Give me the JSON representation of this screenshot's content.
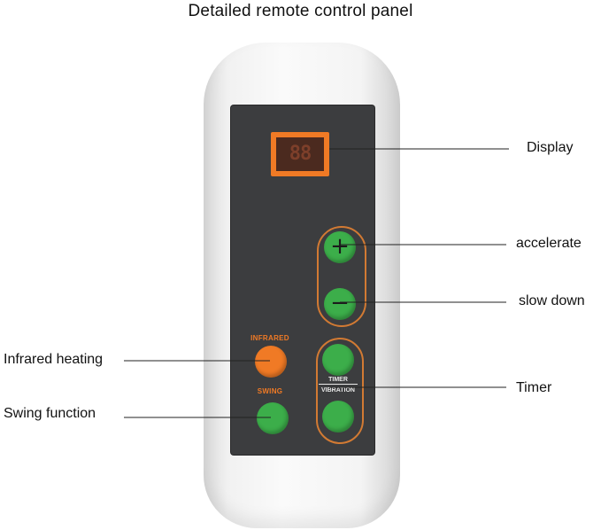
{
  "title": "Detailed remote control panel",
  "display_reading": "88",
  "panel_labels": {
    "infrared": "INFRARED",
    "swing": "SWING",
    "timer_line1": "TIMER",
    "timer_line2": "VIBRATION"
  },
  "buttons": {
    "plus_symbol": "+",
    "minus_symbol": "−"
  },
  "callouts": {
    "display": "Display",
    "accelerate": "accelerate",
    "slow_down": "slow down",
    "infrared_heating": "Infrared heating",
    "swing_function": "Swing function",
    "timer": "Timer"
  },
  "colors": {
    "panel": "#3c3d3f",
    "accent_orange": "#f07a25",
    "button_green": "#3cae4a",
    "body": "#f1f1f1"
  }
}
